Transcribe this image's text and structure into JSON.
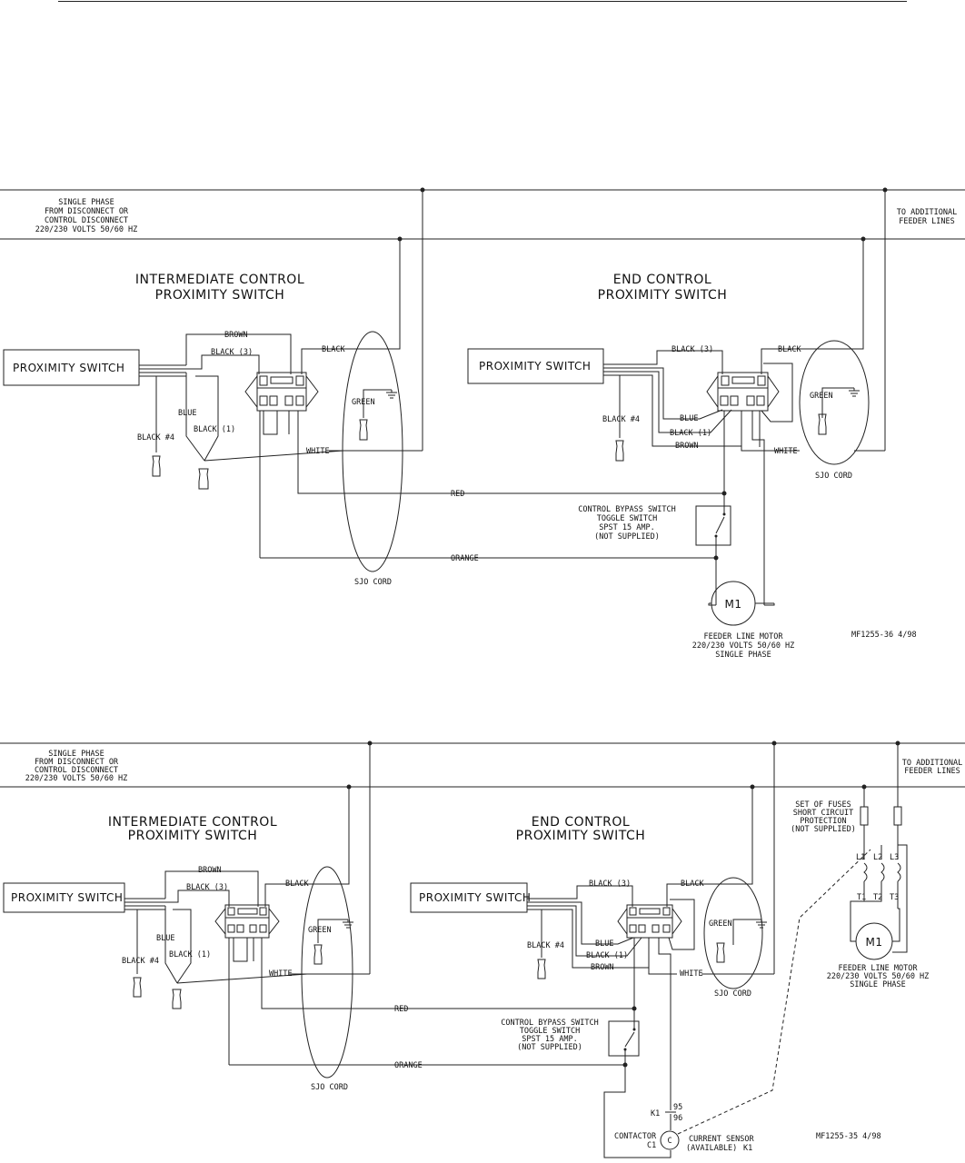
{
  "supply": {
    "line1": "SINGLE PHASE",
    "line2": "FROM DISCONNECT OR",
    "line3": "CONTROL DISCONNECT",
    "line4": "220/230 VOLTS 50/60 HZ"
  },
  "additional": {
    "line1": "TO ADDITIONAL",
    "line2": "FEEDER LINES"
  },
  "titles": {
    "intermediate_1": "INTERMEDIATE CONTROL",
    "intermediate_2": "PROXIMITY SWITCH",
    "end_1": "END CONTROL",
    "end_2": "PROXIMITY SWITCH"
  },
  "prox_label": "PROXIMITY SWITCH",
  "wires": {
    "brown": "BROWN",
    "black": "BLACK",
    "black3": "BLACK (3)",
    "black1": "BLACK (1)",
    "black4": "BLACK #4",
    "blue": "BLUE",
    "white": "WHITE",
    "green": "GREEN",
    "red": "RED",
    "orange": "ORANGE"
  },
  "sjo": "SJO CORD",
  "bypass": {
    "line1": "CONTROL BYPASS SWITCH",
    "line2": "TOGGLE SWITCH",
    "line3": "SPST 15 AMP.",
    "line4": "(NOT SUPPLIED)"
  },
  "motor": {
    "symbol": "M1",
    "line1": "FEEDER LINE MOTOR",
    "line2": "220/230 VOLTS 50/60 HZ",
    "line3": "SINGLE PHASE"
  },
  "fuses": {
    "line1": "SET OF FUSES",
    "line2": "SHORT CIRCUIT",
    "line3": "PROTECTION",
    "line4": "(NOT SUPPLIED)"
  },
  "terminals": {
    "l1": "L1",
    "l2": "L2",
    "l3": "L3",
    "t1": "T1",
    "t2": "T2",
    "t3": "T3"
  },
  "contactor": {
    "k1": "K1",
    "n95": "95",
    "n96": "96",
    "label": "CONTACTOR",
    "c1": "C1",
    "c": "C"
  },
  "sensor": {
    "line1": "CURRENT SENSOR",
    "line2": "(AVAILABLE)",
    "k1": "K1"
  },
  "refs": {
    "top": "MF1255-36 4/98",
    "bottom": "MF1255-35 4/98"
  }
}
